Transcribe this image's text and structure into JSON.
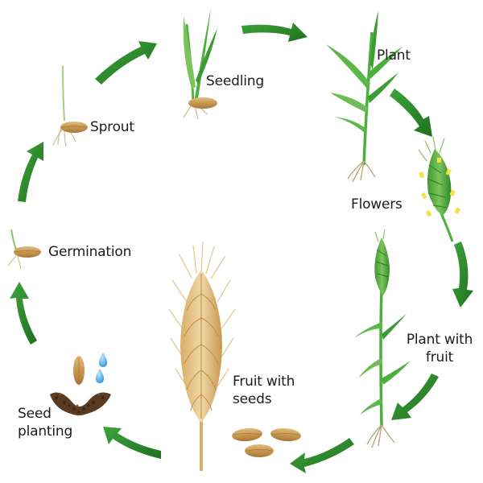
{
  "stages": [
    {
      "id": "seedling",
      "label": "Seedling"
    },
    {
      "id": "plant",
      "label": "Plant"
    },
    {
      "id": "flowers",
      "label": "Flowers"
    },
    {
      "id": "plant-with-fruit",
      "label_line1": "Plant with",
      "label_line2": "fruit"
    },
    {
      "id": "fruit-with-seeds",
      "label_line1": "Fruit with",
      "label_line2": "seeds"
    },
    {
      "id": "seed-planting",
      "label_line1": "Seed",
      "label_line2": "planting"
    },
    {
      "id": "germination",
      "label": "Germination"
    },
    {
      "id": "sprout",
      "label": "Sprout"
    }
  ],
  "colors": {
    "arrow": "#2e8b2a",
    "arrow_dark": "#1e6b1f",
    "leaf": "#4caf3c",
    "leaf_dark": "#2f8a2b",
    "grain": "#c99a55",
    "ear_golden": "#e6c489",
    "soil": "#5a3b22",
    "water": "#4fb5e8"
  }
}
